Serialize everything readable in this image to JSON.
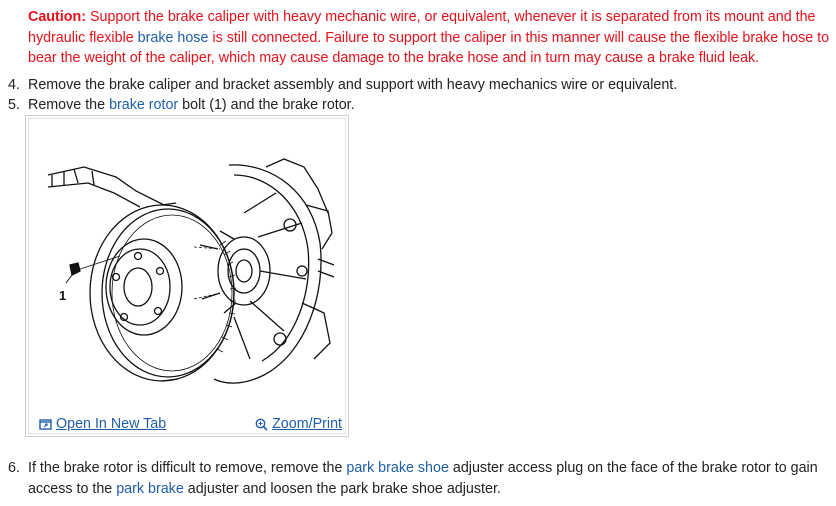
{
  "caution": {
    "label": "Caution:",
    "text_1": " Support the brake caliper with heavy mechanic wire, or equivalent, whenever it is separated from its mount and the hydraulic flexible ",
    "link_1": "brake hose",
    "text_2": " is still connected. Failure to support the caliper in this manner will cause the flexible brake hose to bear the weight of the caliper, which may cause damage to the brake hose and in turn may cause a brake fluid leak."
  },
  "steps": {
    "s4": {
      "num": "4.",
      "text": "Remove the brake caliper and bracket assembly and support with heavy mechanics wire or equivalent."
    },
    "s5": {
      "num": "5.",
      "text_1": "Remove the ",
      "link_1": "brake rotor",
      "text_2": " bolt (1) and the brake rotor."
    },
    "s6": {
      "num": "6.",
      "text_1": "If the brake rotor is difficult to remove, remove the ",
      "link_1": "park brake shoe",
      "text_2": " adjuster access plug on the face of the brake rotor to gain access to the ",
      "link_2": "park brake",
      "text_3": " adjuster and loosen the park brake shoe adjuster."
    }
  },
  "figure": {
    "callout": "1",
    "open_new_tab": "Open In New Tab",
    "zoom_print": "Zoom/Print",
    "icons": {
      "open": "open-in-new-tab-icon",
      "zoom": "magnifier-icon"
    }
  },
  "colors": {
    "caution": "#e8101a",
    "link": "#1f5fa8",
    "text": "#222222"
  }
}
